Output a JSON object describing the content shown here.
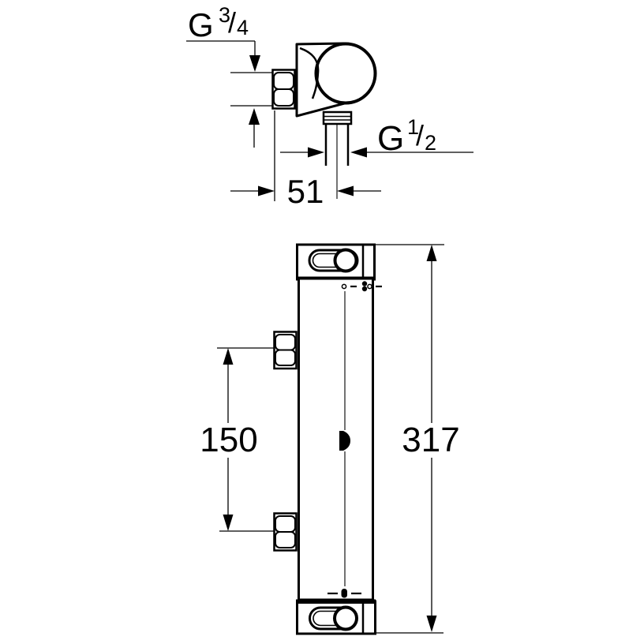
{
  "drawing": {
    "background": "#ffffff",
    "line_color": "#000000",
    "labels": {
      "top_thread": {
        "g": "G",
        "num": "3",
        "slash": "/",
        "den": "4"
      },
      "outlet_thread": {
        "g": "G",
        "num": "1",
        "slash": "/",
        "den": "2"
      },
      "depth": "51",
      "inlet_spacing": "150",
      "overall_height": "317"
    }
  }
}
